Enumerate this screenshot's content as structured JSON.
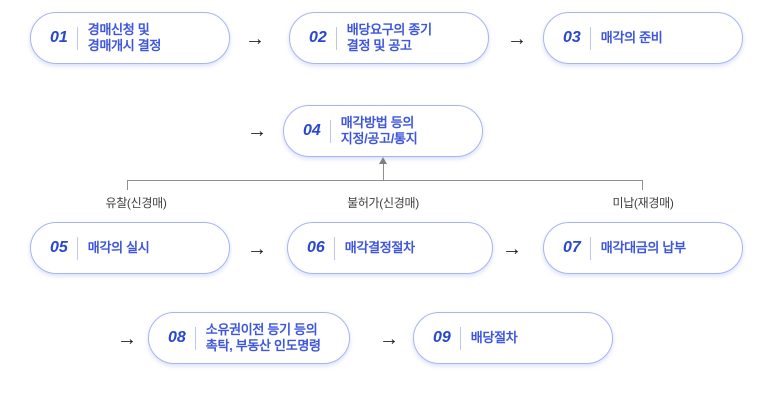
{
  "diagram_title": "auction-procedure-flow",
  "colors": {
    "box_border": "#a9b5f2",
    "step_number": "#2947cf",
    "step_label": "#3d56dd",
    "separator": "#bcc6ef",
    "arrow": "#1f1f1f",
    "bracket_line": "#909090",
    "branch_label": "#3f3f3f",
    "background": "#ffffff"
  },
  "arrow_glyph": "→",
  "steps": [
    {
      "num": "01",
      "lines": [
        "경매신청 및",
        "경매개시 결정"
      ]
    },
    {
      "num": "02",
      "lines": [
        "배당요구의 종기",
        "결정 및 공고"
      ]
    },
    {
      "num": "03",
      "lines": [
        "매각의 준비"
      ]
    },
    {
      "num": "04",
      "lines": [
        "매각방법 등의",
        "지정/공고/통지"
      ]
    },
    {
      "num": "05",
      "lines": [
        "매각의 실시"
      ]
    },
    {
      "num": "06",
      "lines": [
        "매각결정절차"
      ]
    },
    {
      "num": "07",
      "lines": [
        "매각대금의 납부"
      ]
    },
    {
      "num": "08",
      "lines": [
        "소유권이전 등기 등의",
        "촉탁, 부동산 인도명령"
      ]
    },
    {
      "num": "09",
      "lines": [
        "배당절차"
      ]
    }
  ],
  "branch_labels": [
    {
      "text": "유찰(신경매)"
    },
    {
      "text": "불허가(신경매)"
    },
    {
      "text": "미납(재경매)"
    }
  ]
}
